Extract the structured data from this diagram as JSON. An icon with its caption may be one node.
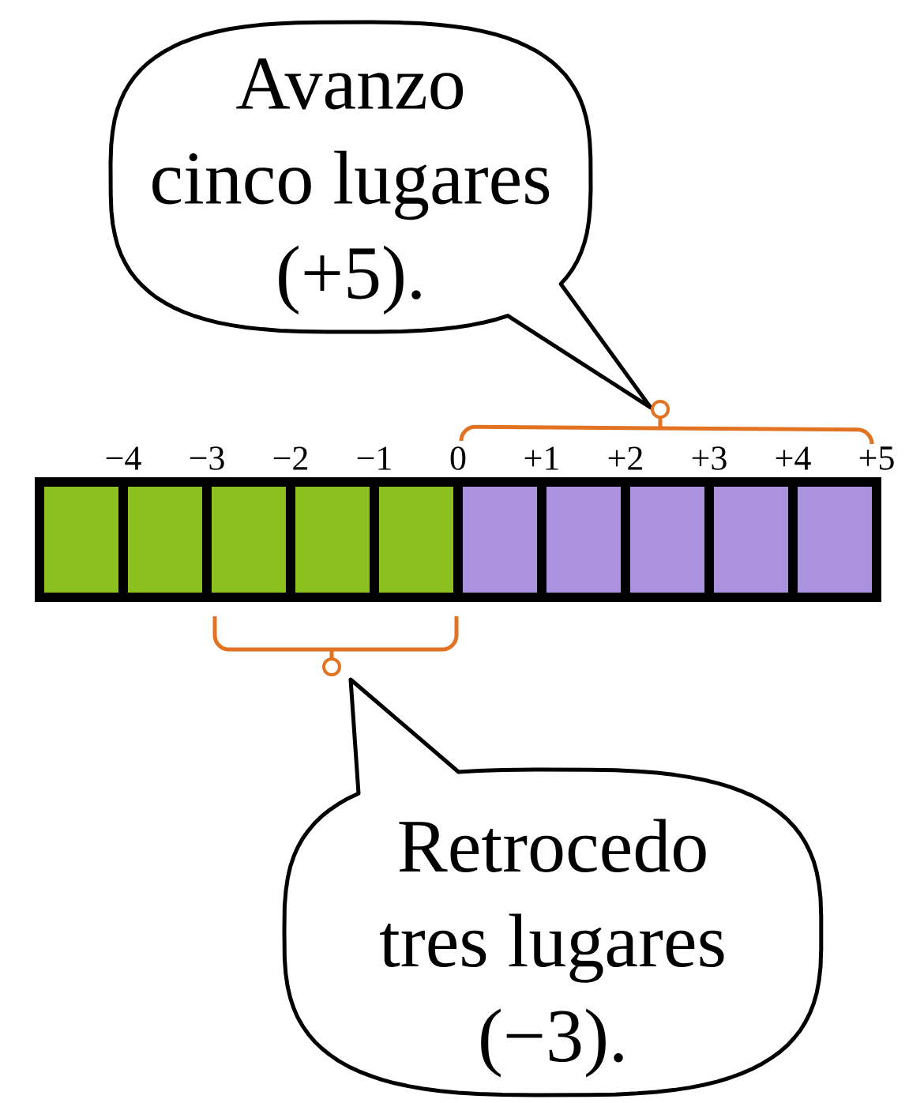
{
  "diagram": {
    "nodes": [
      {
        "text": [
          "Avanzo cinco lugares (+5)."
        ]
      },
      {
        "text": [
          "Retrocedo tres lugares (−3)."
        ]
      }
    ],
    "labels": [
      "−4",
      "−3",
      "−2",
      "−1",
      "0",
      "+1",
      "+2",
      "+3",
      "+4",
      "+5"
    ]
  }
}
